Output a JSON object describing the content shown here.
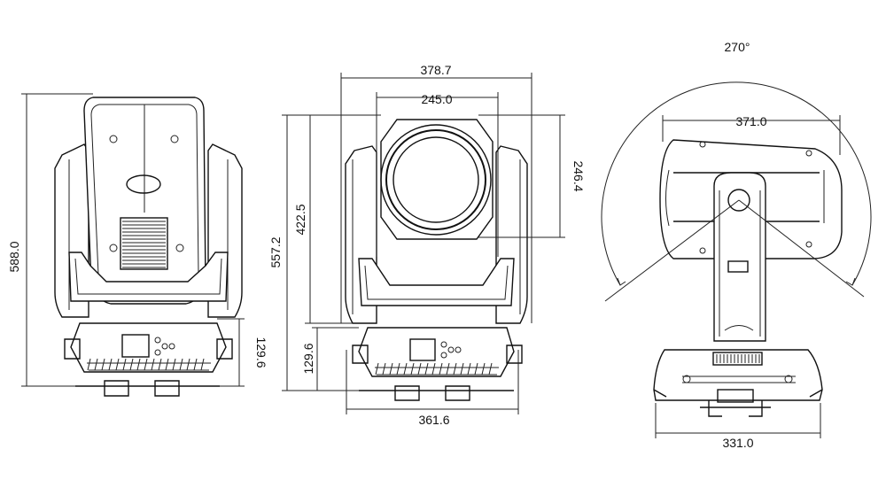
{
  "dimensions": {
    "left_height": "588.0",
    "left_base_height": "129.6",
    "front_width_outer": "378.7",
    "front_width_inner": "245.0",
    "front_lens_height": "246.4",
    "front_total_height": "557.2",
    "front_arm_height": "422.5",
    "front_base_height": "129.6",
    "front_base_width": "361.6",
    "side_angle": "270°",
    "side_head_width": "371.0",
    "side_base_width": "331.0"
  },
  "colors": {
    "line": "#111111",
    "background": "#ffffff"
  }
}
